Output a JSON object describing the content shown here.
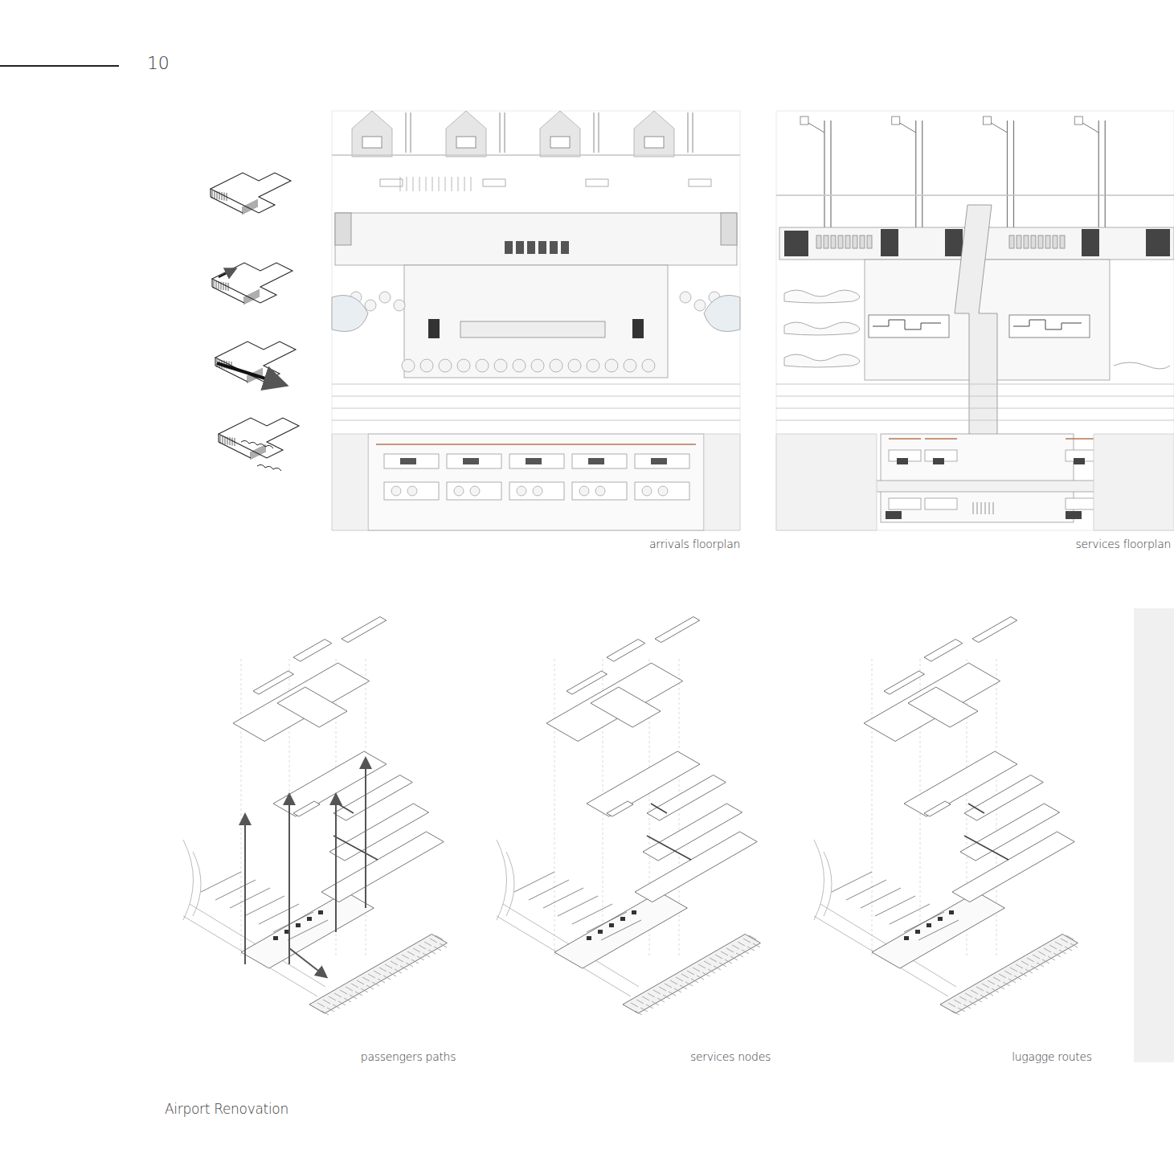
{
  "diagram": {
    "caption": "Airport Renovation",
    "labels": [
      "10",
      "arrivals floorplan",
      "services floorplan",
      "passengers paths",
      "services nodes",
      "lugagge routes"
    ]
  }
}
